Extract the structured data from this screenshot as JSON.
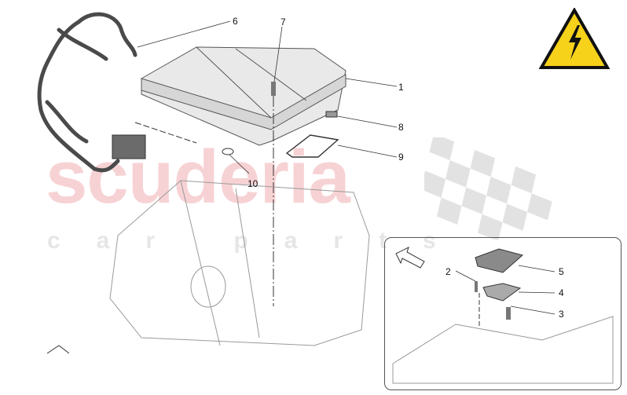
{
  "diagram": {
    "title": "",
    "watermark": {
      "main": "scuderia",
      "sub": "car parts"
    },
    "warning_icon": "high-voltage-warning-icon",
    "colors": {
      "warning_fill": "#f7d21a",
      "warning_border": "#111111",
      "watermark_red": "#f7d2d4",
      "watermark_gray": "#e6e6e6"
    },
    "callouts": [
      {
        "id": "1",
        "label": "1"
      },
      {
        "id": "2",
        "label": "2"
      },
      {
        "id": "3",
        "label": "3"
      },
      {
        "id": "4",
        "label": "4"
      },
      {
        "id": "5",
        "label": "5"
      },
      {
        "id": "6",
        "label": "6"
      },
      {
        "id": "7",
        "label": "7"
      },
      {
        "id": "8",
        "label": "8"
      },
      {
        "id": "9",
        "label": "9"
      },
      {
        "id": "10",
        "label": "10"
      }
    ],
    "components": [
      {
        "callout": "1",
        "shape": "inverter-module"
      },
      {
        "callout": "2",
        "shape": "screw"
      },
      {
        "callout": "3",
        "shape": "bolt"
      },
      {
        "callout": "4",
        "shape": "cover-gasket"
      },
      {
        "callout": "5",
        "shape": "cover-plate"
      },
      {
        "callout": "6",
        "shape": "wiring-harness"
      },
      {
        "callout": "7",
        "shape": "stud"
      },
      {
        "callout": "8",
        "shape": "bolt"
      },
      {
        "callout": "9",
        "shape": "seal-gasket"
      },
      {
        "callout": "10",
        "shape": "o-ring"
      }
    ],
    "inset": {
      "has_arrow": true
    }
  }
}
